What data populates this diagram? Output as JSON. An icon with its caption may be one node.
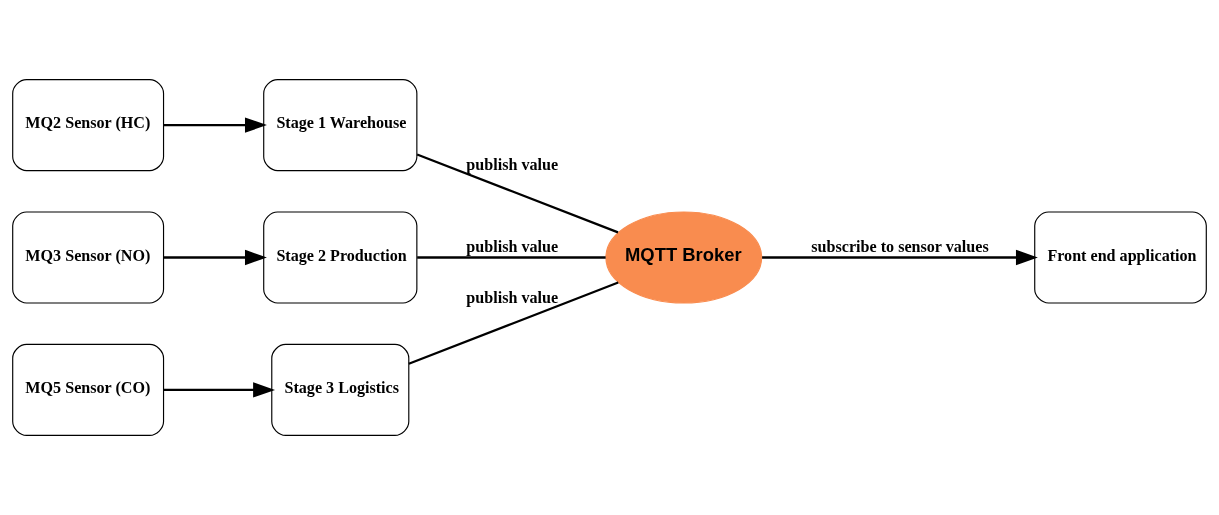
{
  "diagram": {
    "nodes": [
      {
        "text": [
          "MQ2 Sensor (HC)"
        ]
      },
      {
        "text": [
          "Stage 1 Warehouse"
        ]
      },
      {
        "text": [
          "MQ3 Sensor (NO)"
        ]
      },
      {
        "text": [
          "Stage 2 Production"
        ]
      },
      {
        "text": [
          "MQ5 Sensor (CO)"
        ]
      },
      {
        "text": [
          "Stage 3 Logistics"
        ]
      },
      {
        "text": [
          "MQTT Broker"
        ]
      },
      {
        "text": [
          "Front end application"
        ]
      }
    ],
    "edges": [
      {
        "from": 0,
        "to": 1,
        "arrow": "to"
      },
      {
        "from": 2,
        "to": 3,
        "arrow": "to"
      },
      {
        "from": 4,
        "to": 5,
        "arrow": "to"
      },
      {
        "from": 1,
        "to": 6,
        "arrow": "none",
        "label": "publish value"
      },
      {
        "from": 3,
        "to": 6,
        "arrow": "none",
        "label": "publish value"
      },
      {
        "from": 5,
        "to": 6,
        "arrow": "none",
        "label": "publish value"
      },
      {
        "from": 6,
        "to": 7,
        "arrow": "to",
        "label": "subscribe to sensor values"
      }
    ]
  }
}
